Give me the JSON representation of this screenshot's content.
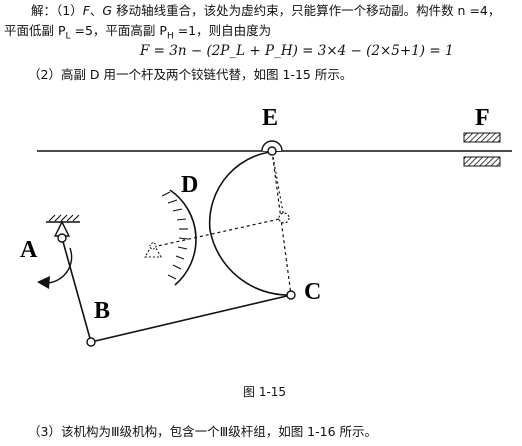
{
  "text": {
    "line1_a": "解：（1）",
    "line1_f": "F",
    "line1_sep": "、",
    "line1_g": "G",
    "line1_b": " 移动轴线重合，该处为虚约束，只能算作一个移动副。构件数 n =4，",
    "line2_a": "平面低副 P",
    "line2_sub_l": "L",
    "line2_b": " =5，平面高副 P",
    "line2_sub_h": "H",
    "line2_c": " =1，则自由度为",
    "formula": "F = 3n − (2P_L + P_H) = 3×4 − (2×5+1) = 1",
    "line4": "（2）高副 D 用一个杆及两个铰链代替，如图 1-15 所示。",
    "caption": "图 1-15",
    "line5": "（3）该机构为Ⅲ级机构，包含一个Ⅲ级杆组，如图 1-16 所示。"
  },
  "diagram_labels": {
    "A": "A",
    "B": "B",
    "C": "C",
    "D": "D",
    "E": "E",
    "F": "F"
  },
  "colors": {
    "ink": "#111111",
    "paper": "#ffffff"
  }
}
